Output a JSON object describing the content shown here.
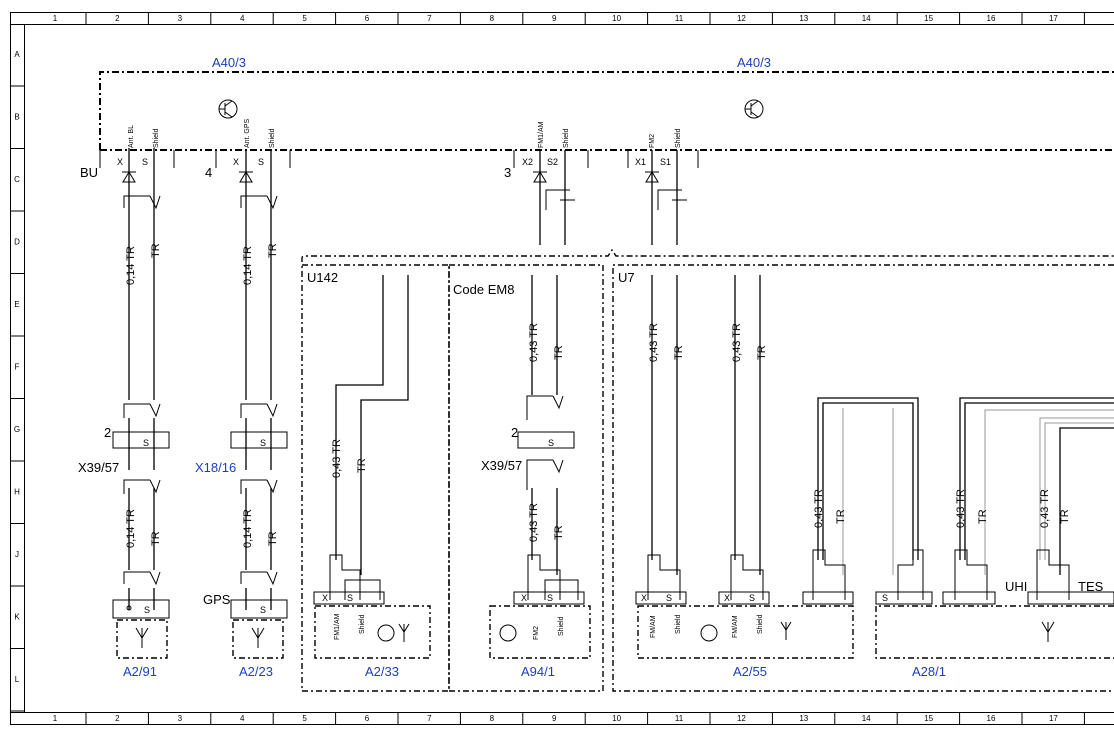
{
  "grid": {
    "columns": [
      "1",
      "2",
      "3",
      "4",
      "5",
      "6",
      "7",
      "8",
      "9",
      "10",
      "11",
      "12",
      "13",
      "14",
      "15",
      "16",
      "17"
    ],
    "rows": [
      "A",
      "B",
      "C",
      "D",
      "E",
      "F",
      "G",
      "H",
      "J",
      "K",
      "L"
    ]
  },
  "modules": {
    "a40_left": "A40/3",
    "a40_right": "A40/3"
  },
  "connector_labels": {
    "bu": "BU",
    "four": "4",
    "three": "3",
    "x39_57_left": "X39/57",
    "x18_16": "X18/16",
    "x39_57_mid": "X39/57",
    "two_a": "2",
    "two_b": "2",
    "gps": "GPS",
    "uhi": "UHI",
    "tes": "TES"
  },
  "pins": {
    "ant_bl": "Ant. BL",
    "shield": "Shield",
    "ant_gps": "Ant. GPS",
    "fm1am": "FM1/AM",
    "fm2": "FM2",
    "x": "X",
    "s": "S",
    "x2": "X2",
    "s2": "S2",
    "x1": "X1",
    "s1": "S1",
    "fmam": "FM/AM"
  },
  "wires": {
    "w014tr": "0,14 TR",
    "tr": "TR",
    "w043tr": "0,43 TR"
  },
  "groups": {
    "u142": "U142",
    "code_em8": "Code EM8",
    "u7": "U7"
  },
  "components": {
    "a2_91": "A2/91",
    "a2_23": "A2/23",
    "a2_33": "A2/33",
    "a94_1": "A94/1",
    "a2_55": "A2/55",
    "a28_1": "A28/1"
  }
}
